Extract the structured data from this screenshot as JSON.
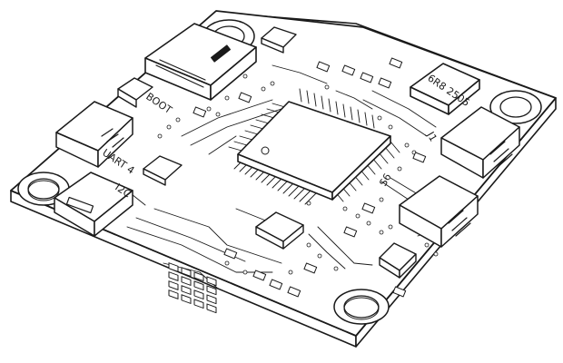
{
  "board": {
    "colors": {
      "ink": "#1a1a1a",
      "board_fill": "#ffffff",
      "shade": "#d9d9d9"
    }
  },
  "silkscreen": {
    "boot": "BOOT",
    "uart4": "UART 4",
    "i2c": "I2C",
    "inductor_marking": "6R8 2505",
    "j1": "J1",
    "s6": "S6"
  }
}
